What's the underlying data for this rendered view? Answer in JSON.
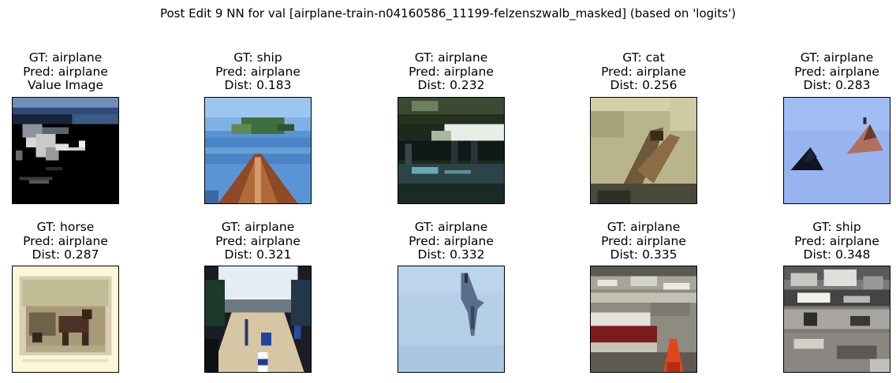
{
  "title": "Post Edit 9 NN for val [airplane-train-n04160586_11199-felzenszwalb_masked] (based on 'logits')",
  "panels": [
    {
      "gt": "GT: airplane",
      "pred": "Pred: airplane",
      "third": "Value Image",
      "scene": "masked-airplane"
    },
    {
      "gt": "GT: ship",
      "pred": "Pred: airplane",
      "third": "Dist: 0.183",
      "scene": "boat-bow"
    },
    {
      "gt": "GT: airplane",
      "pred": "Pred: airplane",
      "third": "Dist: 0.232",
      "scene": "hangar-interior"
    },
    {
      "gt": "GT: cat",
      "pred": "Pred: airplane",
      "third": "Dist: 0.256",
      "scene": "cat-blurry"
    },
    {
      "gt": "GT: airplane",
      "pred": "Pred: airplane",
      "third": "Dist: 0.283",
      "scene": "two-kites"
    },
    {
      "gt": "GT: horse",
      "pred": "Pred: airplane",
      "third": "Dist: 0.287",
      "scene": "horse-carriage-print"
    },
    {
      "gt": "GT: airplane",
      "pred": "Pred: airplane",
      "third": "Dist: 0.321",
      "scene": "runway-fisheye"
    },
    {
      "gt": "GT: airplane",
      "pred": "Pred: airplane",
      "third": "Dist: 0.332",
      "scene": "jet-in-sky"
    },
    {
      "gt": "GT: airplane",
      "pred": "Pred: airplane",
      "third": "Dist: 0.335",
      "scene": "planes-parked"
    },
    {
      "gt": "GT: ship",
      "pred": "Pred: airplane",
      "third": "Dist: 0.348",
      "scene": "harbor-boats"
    }
  ]
}
